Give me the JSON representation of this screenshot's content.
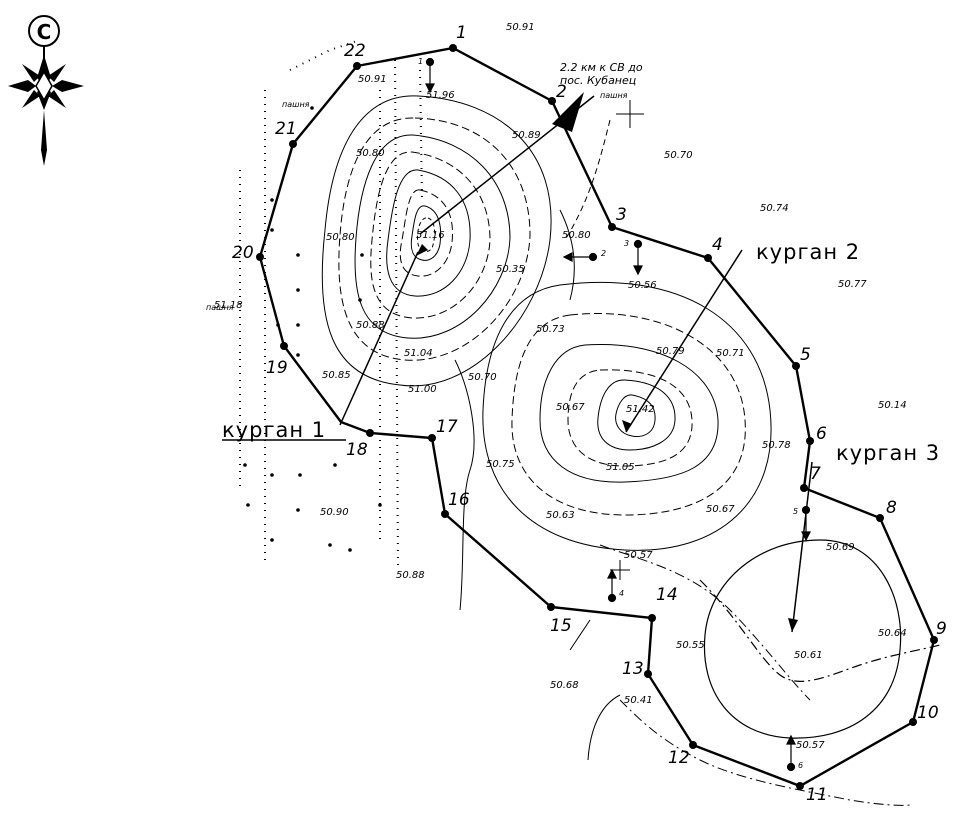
{
  "compass": {
    "north_letter": "С"
  },
  "location_note": {
    "line1": "2.2 км к СВ до",
    "line2": "пос. Кубанец",
    "line3": "пашня"
  },
  "mounds": [
    {
      "label": "курган 1",
      "top": "51.16"
    },
    {
      "label": "курган 2",
      "top": "51.42"
    },
    {
      "label": "курган 3",
      "top": "50.61"
    }
  ],
  "boundary_points": [
    "1",
    "2",
    "3",
    "4",
    "5",
    "6",
    "7",
    "8",
    "9",
    "10",
    "11",
    "12",
    "13",
    "14",
    "15",
    "16",
    "17",
    "18",
    "19",
    "20",
    "21",
    "22"
  ],
  "pits": [
    "1",
    "2",
    "3",
    "4",
    "5",
    "6"
  ],
  "elevations": [
    "50.91",
    "51.96",
    "50.91",
    "50.80",
    "50.89",
    "50.70",
    "50.74",
    "50.80",
    "50.80",
    "50.35",
    "50.77",
    "51.16",
    "50.88",
    "50.56",
    "51.04",
    "50.85",
    "51.00",
    "51.18",
    "50.70",
    "50.73",
    "50.79",
    "50.71",
    "50.67",
    "51.42",
    "50.14",
    "50.75",
    "51.05",
    "50.78",
    "50.90",
    "50.63",
    "50.67",
    "50.88",
    "50.57",
    "50.69",
    "50.55",
    "50.64",
    "50.68",
    "50.61",
    "50.41",
    "50.57"
  ],
  "misc": {
    "field_label": "пашня",
    "side_label": "пашня"
  }
}
